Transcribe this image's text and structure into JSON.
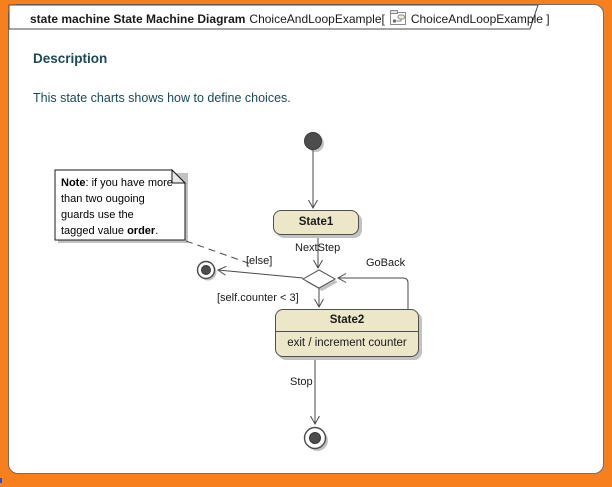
{
  "frame": {
    "title_bold": "state machine State Machine Diagram",
    "title_mid": "ChoiceAndLoopExample[",
    "title_end": "ChoiceAndLoopExample ]",
    "icon": "state-machine-diagram-icon"
  },
  "description": {
    "heading": "Description",
    "body": "This state charts shows how to define choices."
  },
  "note": {
    "line1_bold": "Note",
    "line1_rest": ": if you have more",
    "line2": "than two ougoing",
    "line3": "guards use the",
    "line4_pre": "tagged value ",
    "line4_bold": "order",
    "line4_end": "."
  },
  "states": {
    "state1": {
      "label": "State1"
    },
    "state2": {
      "label": "State2",
      "activity": "exit / increment counter"
    }
  },
  "transitions": {
    "next_step": "NextStep",
    "else_guard": "[else]",
    "go_back": "GoBack",
    "counter_guard": "[self.counter < 3]",
    "stop": "Stop"
  },
  "colors": {
    "frame_border_orange": "#F6801E",
    "state_fill": "#ECE7C8",
    "description_text": "#1B4A57",
    "line": "#4a4a4a",
    "shadow": "#c2c2c2",
    "note_fill": "#ffffff"
  }
}
